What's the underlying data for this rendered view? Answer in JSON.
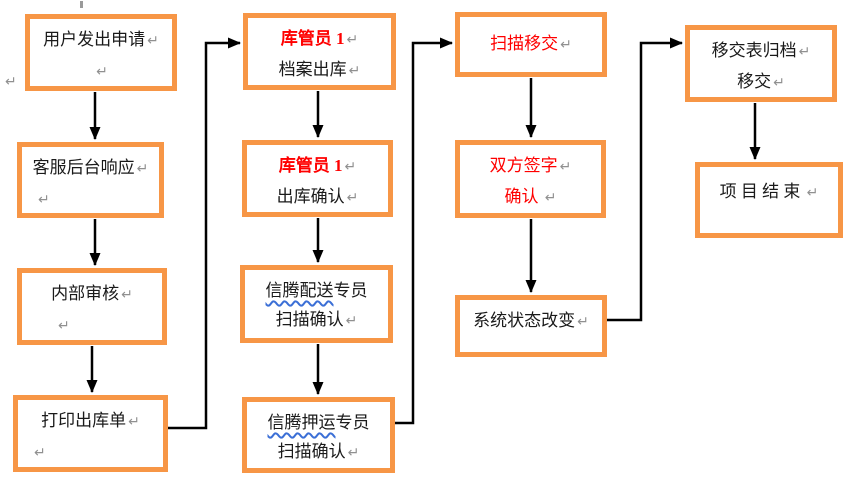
{
  "diagram_type": "flowchart",
  "colors": {
    "box_border": "#F79646",
    "red_text": "#FF0000",
    "black_text": "#1A1A1A",
    "return_mark_gray": "#909090",
    "spellcheck_wavy_blue": "#3B6FD6",
    "connector_black": "#000000"
  },
  "marks": {
    "pilcrow": "↵"
  },
  "nodes": {
    "c1b1": {
      "line1": "用户发出申请"
    },
    "c1b2": {
      "line1": "客服后台响应"
    },
    "c1b3": {
      "line1": "内部审核"
    },
    "c1b4": {
      "line1": "打印出库单"
    },
    "c2b1": {
      "role": "库管员 1",
      "line2": "档案出库"
    },
    "c2b2": {
      "role": "库管员 1",
      "line2": "出库确认"
    },
    "c2b3": {
      "wavy": "信腾配送",
      "rest": "专员",
      "line2": "扫描确认"
    },
    "c2b4": {
      "wavy": "信腾押运",
      "rest": "专员",
      "line2": "扫描确认"
    },
    "c3b1": {
      "line1": "扫描移交"
    },
    "c3b2": {
      "line1": "双方签字",
      "line2": "确认 "
    },
    "c3b3": {
      "line1": "系统状态改变"
    },
    "c4b1": {
      "line1": "移交表归档",
      "line2": "移交"
    },
    "c4b2": {
      "line1": "项 目 结 束 "
    }
  },
  "edges": [
    {
      "from": "用户发出申请",
      "to": "客服后台响应"
    },
    {
      "from": "客服后台响应",
      "to": "内部审核"
    },
    {
      "from": "内部审核",
      "to": "打印出库单"
    },
    {
      "from": "打印出库单",
      "to": "库管员1 档案出库"
    },
    {
      "from": "库管员1 档案出库",
      "to": "库管员1 出库确认"
    },
    {
      "from": "库管员1 出库确认",
      "to": "信腾配送专员 扫描确认"
    },
    {
      "from": "信腾配送专员 扫描确认",
      "to": "信腾押运专员 扫描确认"
    },
    {
      "from": "信腾押运专员 扫描确认",
      "to": "扫描移交"
    },
    {
      "from": "扫描移交",
      "to": "双方签字 确认"
    },
    {
      "from": "双方签字 确认",
      "to": "系统状态改变"
    },
    {
      "from": "系统状态改变",
      "to": "移交表归档 移交"
    },
    {
      "from": "移交表归档 移交",
      "to": "项目结束"
    }
  ]
}
